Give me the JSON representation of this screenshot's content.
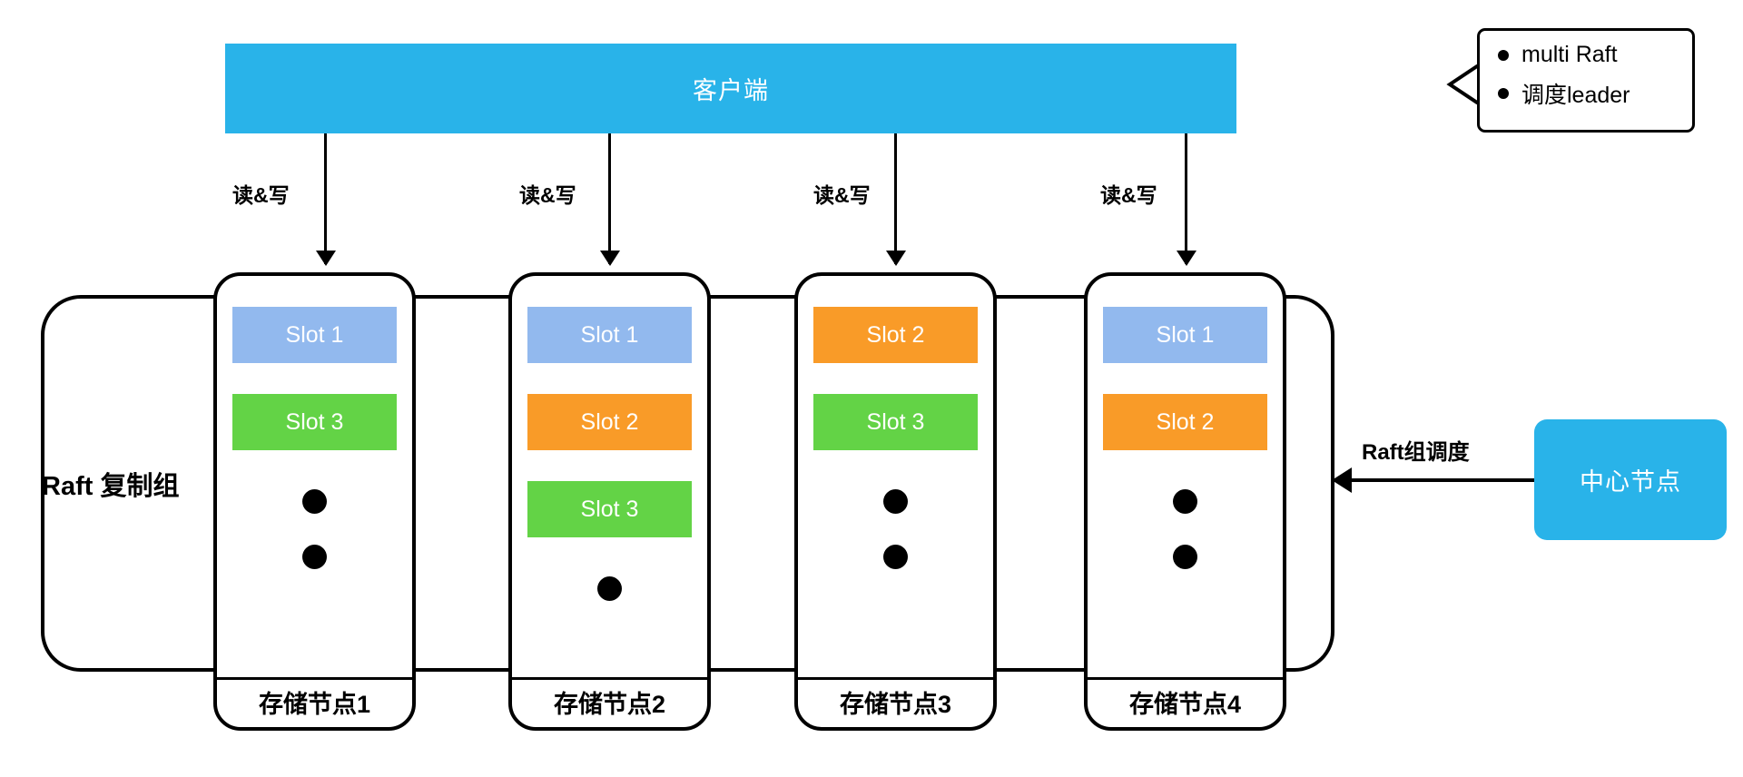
{
  "colors": {
    "brand_blue": "#29b3e9",
    "slot_blue": "#92b9ee",
    "slot_orange": "#f99b28",
    "slot_green": "#63d346",
    "line": "#000000",
    "text_on_fill": "#ffffff"
  },
  "client": {
    "label": "客户端"
  },
  "legend": {
    "items": [
      {
        "label": "multi Raft"
      },
      {
        "label": "调度leader"
      }
    ]
  },
  "flows": {
    "read_write_label": "读&写",
    "read_write_labels": [
      "读&写",
      "读&写",
      "读&写",
      "读&写"
    ]
  },
  "raft_group": {
    "label": "Raft 复制组"
  },
  "nodes": [
    {
      "name": "存储节点1",
      "slots": [
        {
          "label": "Slot 1",
          "color": "blue"
        },
        {
          "label": "Slot 3",
          "color": "green"
        }
      ],
      "dots": 2
    },
    {
      "name": "存储节点2",
      "slots": [
        {
          "label": "Slot 1",
          "color": "blue"
        },
        {
          "label": "Slot 2",
          "color": "orange"
        },
        {
          "label": "Slot 3",
          "color": "green"
        }
      ],
      "dots": 1
    },
    {
      "name": "存储节点3",
      "slots": [
        {
          "label": "Slot 2",
          "color": "orange"
        },
        {
          "label": "Slot 3",
          "color": "green"
        }
      ],
      "dots": 2
    },
    {
      "name": "存储节点4",
      "slots": [
        {
          "label": "Slot 1",
          "color": "blue"
        },
        {
          "label": "Slot 2",
          "color": "orange"
        }
      ],
      "dots": 2
    }
  ],
  "scheduler": {
    "arrow_label": "Raft组调度",
    "node_label": "中心节点"
  }
}
